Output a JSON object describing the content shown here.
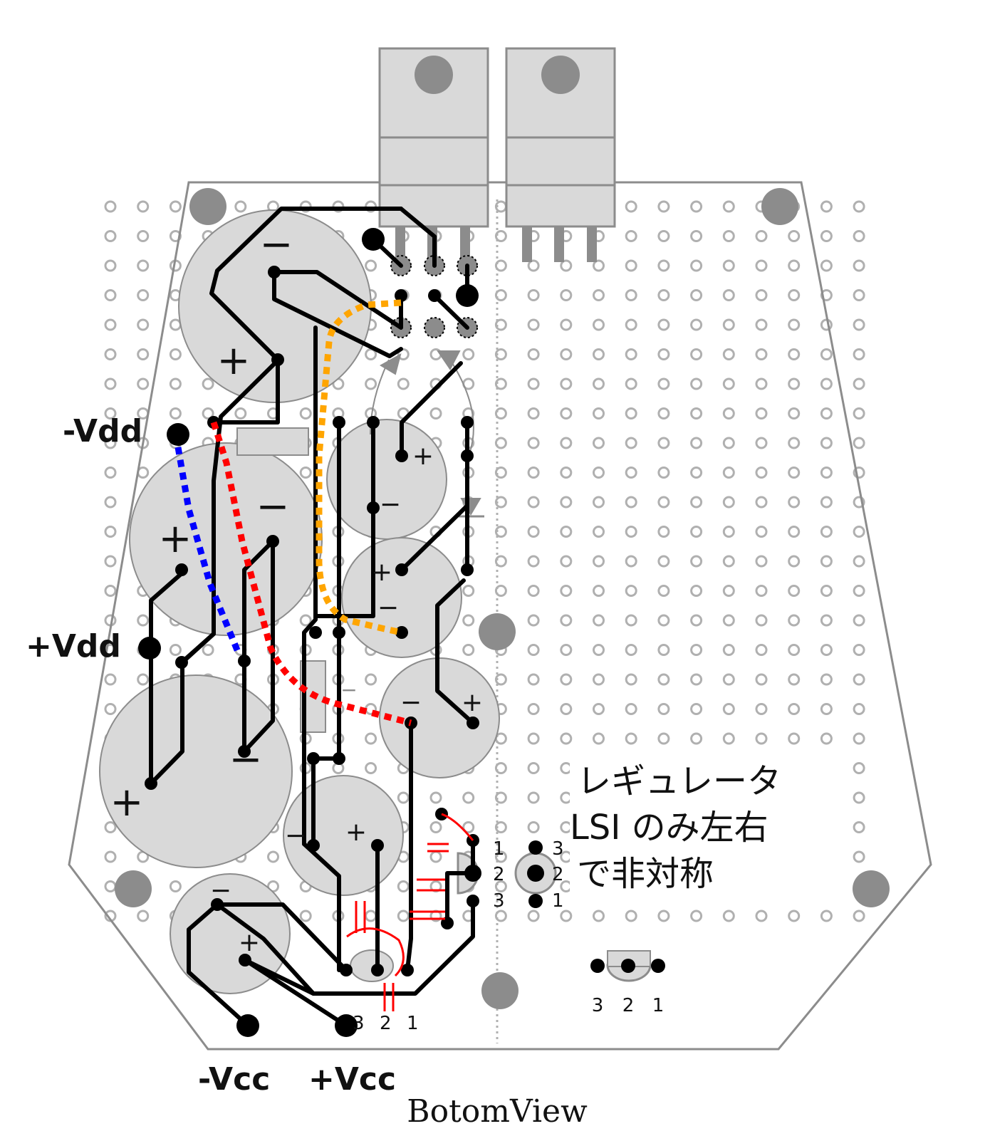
{
  "labels": {
    "neg_vdd": "-Vdd",
    "pos_vdd": "+Vdd",
    "neg_vcc": "-Vcc",
    "pos_vcc": "+Vcc",
    "title": "BotomView"
  },
  "note": {
    "line1": "レギュレータ",
    "line2": "LSI のみ左右",
    "line3": "で非対称"
  },
  "pin_numbers": {
    "regulator_left": [
      "1",
      "2",
      "3"
    ],
    "regulator_right": [
      "3",
      "2",
      "1"
    ],
    "bottom_left_row": [
      "3",
      "2",
      "1"
    ],
    "bottom_right_row": [
      "3",
      "2",
      "1"
    ]
  },
  "polarity_marks": {
    "plus": "+",
    "minus": "−"
  },
  "colors": {
    "board_outline": "#8c8c8c",
    "component_fill": "#d9d9d9",
    "trace": "#000000",
    "wire_red": "#ff0000",
    "wire_blue": "#0000ff",
    "wire_orange": "#ffa500",
    "hole": "#b0b0b0"
  }
}
